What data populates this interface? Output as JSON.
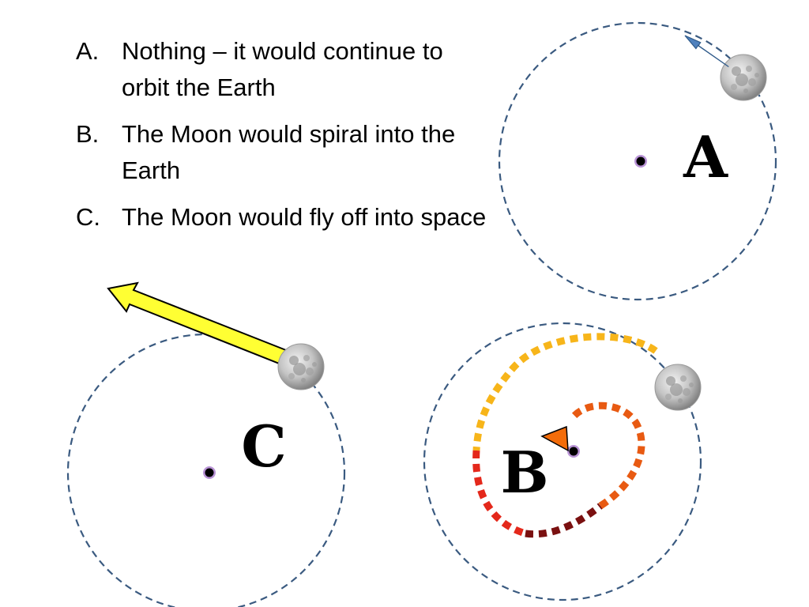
{
  "options": [
    {
      "letter": "A.",
      "text": "Nothing – it would continue to orbit the Earth"
    },
    {
      "letter": "B.",
      "text": "The Moon would spiral into the Earth"
    },
    {
      "letter": "C.",
      "text": "The Moon would fly off into space"
    }
  ],
  "panels": {
    "a": {
      "label": "A"
    },
    "b": {
      "label": "B"
    },
    "c": {
      "label": "C"
    }
  },
  "colors": {
    "orbit": "#3a5a80",
    "earth_ring": "#b993d6",
    "earth_dot": "#000000",
    "velocity_arrow": "#4f81bd",
    "escape_arrow": "#ffff33",
    "spiral_arrow": "#f36c0a"
  },
  "icons": [
    "moon-icon",
    "earth-dot-icon",
    "arrow-icon"
  ]
}
